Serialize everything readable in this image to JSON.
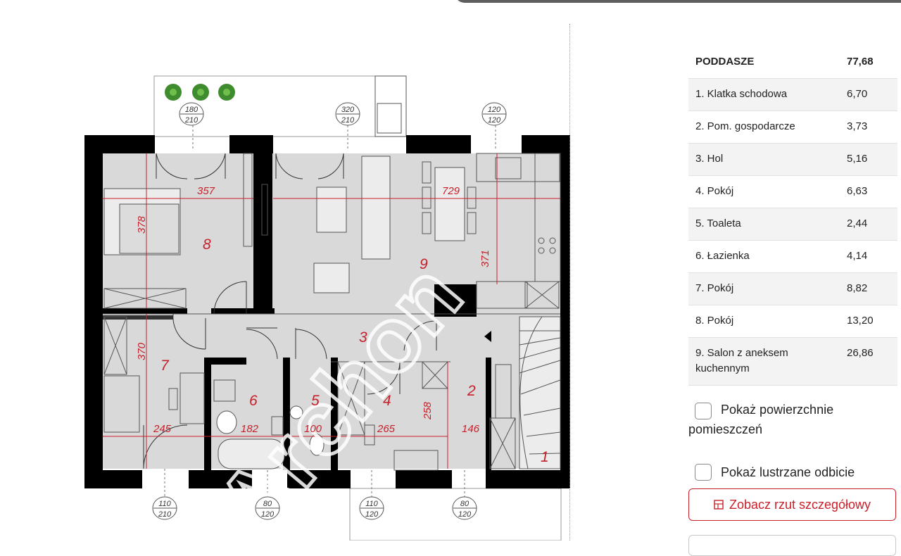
{
  "panel": {
    "header": {
      "label": "PODDASZE",
      "value": "77,68"
    },
    "rooms": [
      {
        "label": "1. Klatka schodowa",
        "value": "6,70"
      },
      {
        "label": "2. Pom. gospodarcze",
        "value": "3,73"
      },
      {
        "label": "3. Hol",
        "value": "5,16"
      },
      {
        "label": "4. Pokój",
        "value": "6,63"
      },
      {
        "label": "5. Toaleta",
        "value": "2,44"
      },
      {
        "label": "6. Łazienka",
        "value": "4,14"
      },
      {
        "label": "7. Pokój",
        "value": "8,82"
      },
      {
        "label": "8. Pokój",
        "value": "13,20"
      },
      {
        "label": "9. Salon z aneksem kuchennym",
        "value": "26,86"
      }
    ]
  },
  "options": {
    "show_areas_a": "Pokaż powierzchnie",
    "show_areas_b": "pomieszczeń",
    "show_mirror": "Pokaż lustrzane odbicie"
  },
  "buttons": {
    "detail": "Zobacz rzut szczegółowy"
  },
  "plan": {
    "watermark": "Archon",
    "room_numbers": [
      "1",
      "2",
      "3",
      "4",
      "5",
      "6",
      "7",
      "8",
      "9"
    ],
    "dimensions": {
      "d357": "357",
      "d378": "378",
      "d729": "729",
      "d371": "371",
      "d370": "370",
      "d245": "245",
      "d182": "182",
      "d100": "100",
      "d265": "265",
      "d258": "258",
      "d146": "146"
    },
    "openings": {
      "o1": {
        "top": "180",
        "bottom": "210"
      },
      "o2": {
        "top": "320",
        "bottom": "210"
      },
      "o3": {
        "top": "120",
        "bottom": "120"
      },
      "o4": {
        "top": "110",
        "bottom": "210"
      },
      "o5": {
        "top": "80",
        "bottom": "120"
      },
      "o6": {
        "top": "110",
        "bottom": "120"
      },
      "o7": {
        "top": "80",
        "bottom": "120"
      }
    }
  },
  "colors": {
    "accent": "#c8202a",
    "wall": "#000000",
    "floor": "#d9d9d9"
  }
}
